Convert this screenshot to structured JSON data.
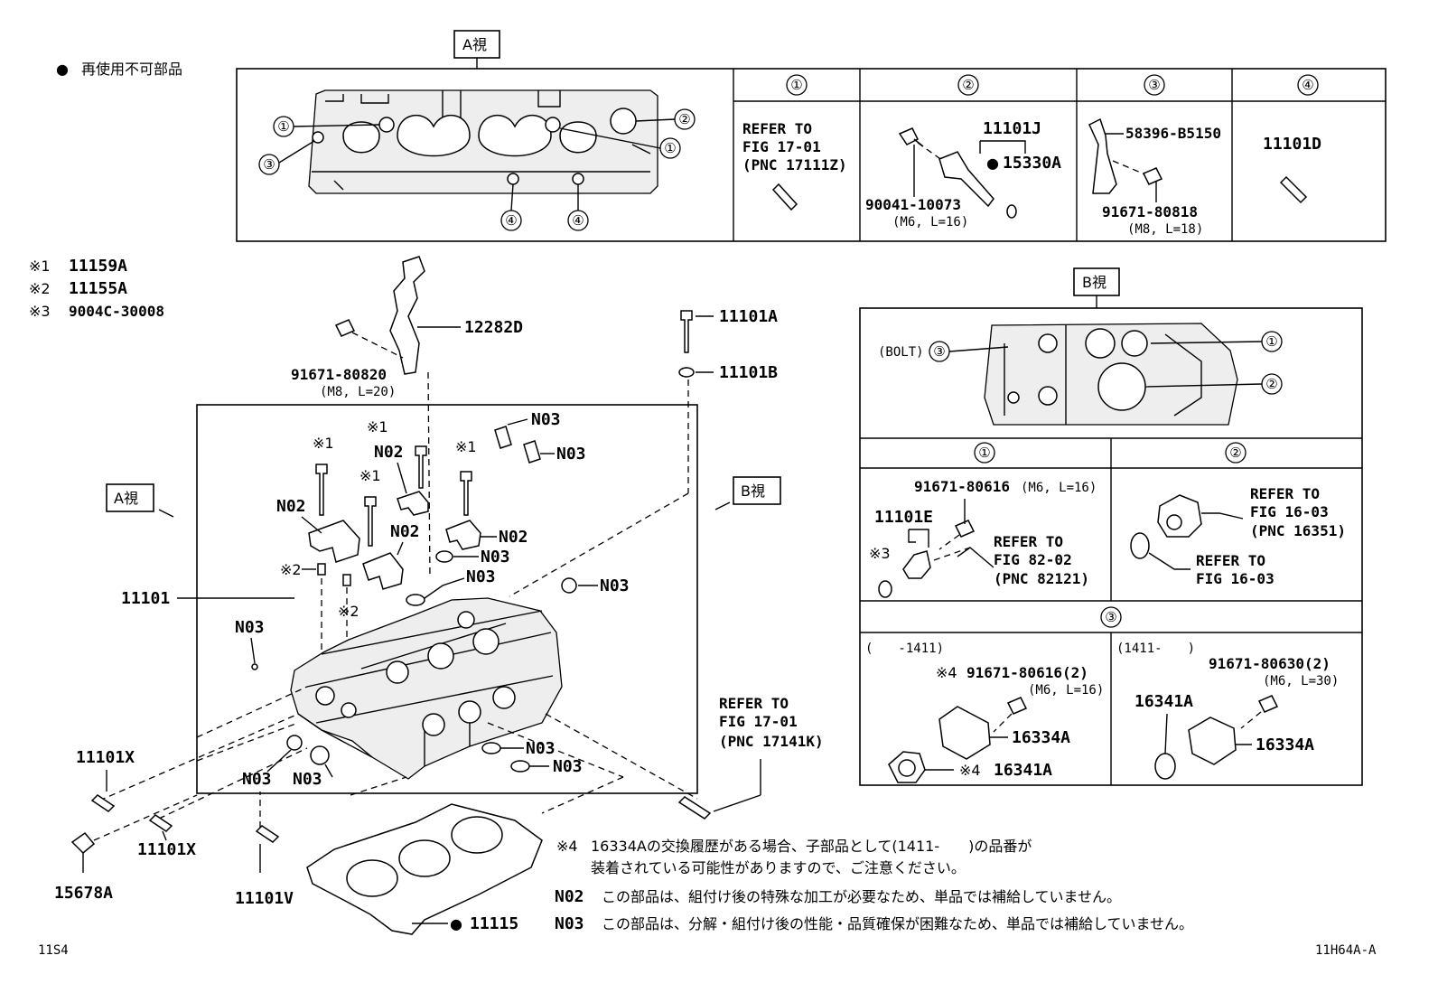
{
  "legend": {
    "bullet": "●",
    "text": "再使用不可部品"
  },
  "notes": {
    "n1": "※1",
    "n1_part": "11159A",
    "n2": "※2",
    "n2_part": "11155A",
    "n3": "※3",
    "n3_part": "9004C-30008"
  },
  "view_a": {
    "tag": "A視",
    "col1": "①",
    "col2": "②",
    "col3": "③",
    "col4": "④",
    "refer1_a": "REFER TO",
    "refer1_b": "FIG 17-01",
    "refer1_c": "(PNC 17111Z)",
    "p_11101J": "11101J",
    "p_15330A": "15330A",
    "p_90041": "90041-10073",
    "p_90041_spec": "(M6, L=16)",
    "p_58396": "58396-B5150",
    "p_91671_80818": "91671-80818",
    "p_91671_80818_spec": "(M8, L=18)",
    "p_11101D": "11101D"
  },
  "view_b": {
    "tag": "B視",
    "bolt": "(BOLT)",
    "sec1": "①",
    "sec2": "②",
    "sec3": "③",
    "p_91671_80616": "91671-80616",
    "p_91671_80616_spec": "(M6, L=16)",
    "p_11101E": "11101E",
    "n3": "※3",
    "refer82_a": "REFER TO",
    "refer82_b": "FIG 82-02",
    "refer82_c": "(PNC 82121)",
    "refer16_a": "REFER TO",
    "refer16_b": "FIG 16-03",
    "refer16_c": "(PNC 16351)",
    "refer16b_a": "REFER TO",
    "refer16b_b": "FIG 16-03",
    "range_left": "(　　-1411)",
    "range_right": "(1411-　　)",
    "n4": "※4",
    "p_91671_80616_2": "91671-80616(2)",
    "p_m6_16": "(M6, L=16)",
    "p_16334A": "16334A",
    "p_16341A": "16341A",
    "p_91671_80630": "91671-80630(2)",
    "p_m6_30": "(M6, L=30)"
  },
  "main": {
    "p_12282D": "12282D",
    "p_91671_80820": "91671-80820",
    "p_91671_80820_spec": "(M8, L=20)",
    "p_11101A": "11101A",
    "p_11101B": "11101B",
    "p_11101": "11101",
    "n1": "※1",
    "n2": "※2",
    "N02": "N02",
    "N03": "N03",
    "tag_a": "A視",
    "tag_b": "B視",
    "refer17_a": "REFER TO",
    "refer17_b": "FIG 17-01",
    "refer17_c": "(PNC 17141K)",
    "p_11101X": "11101X",
    "p_15678A": "15678A",
    "p_11101V": "11101V",
    "p_11115": "11115",
    "bullet": "●"
  },
  "footnotes": {
    "n4_mark": "※4",
    "n4_line1": "16334Aの交換履歴がある場合、子部品として(1411-　　)の品番が",
    "n4_line2": "装着されている可能性がありますので、ご注意ください。",
    "N02": "N02",
    "N02_text": "この部品は、組付け後の特殊な加工が必要なため、単品では補給していません。",
    "N03": "N03",
    "N03_text": "この部品は、分解・組付け後の性能・品質確保が困難なため、単品では補給していません。"
  },
  "corner": {
    "left": "11S4",
    "right": "11H64A-A"
  }
}
